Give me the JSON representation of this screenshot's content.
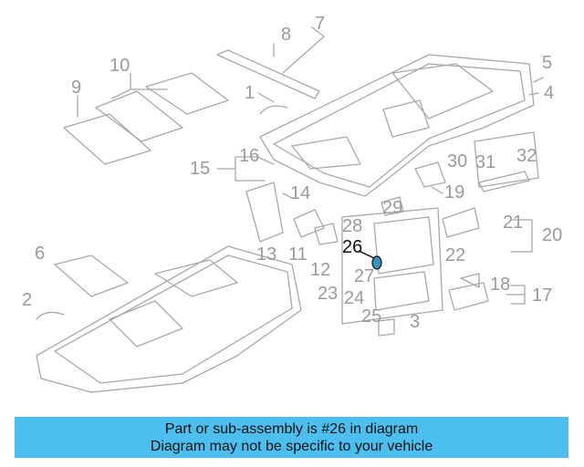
{
  "labels": [
    "1",
    "2",
    "3",
    "5",
    "4",
    "6",
    "7",
    "8",
    "9",
    "10",
    "11",
    "12",
    "13",
    "14",
    "15",
    "16",
    "17",
    "18",
    "19",
    "20",
    "21",
    "22",
    "23",
    "24",
    "25",
    "26",
    "27",
    "28",
    "29",
    "30",
    "31",
    "32"
  ],
  "highlight": "26",
  "banner": {
    "line1": "Part or sub-assembly is #26 in diagram",
    "line2": "Diagram may not be specific to your vehicle",
    "color": "#4dbfee"
  },
  "colors": {
    "line": "#a8a8a8",
    "label": "#9a9a9a",
    "highlight": "#111111",
    "part_fill": "#3a8fc0"
  }
}
